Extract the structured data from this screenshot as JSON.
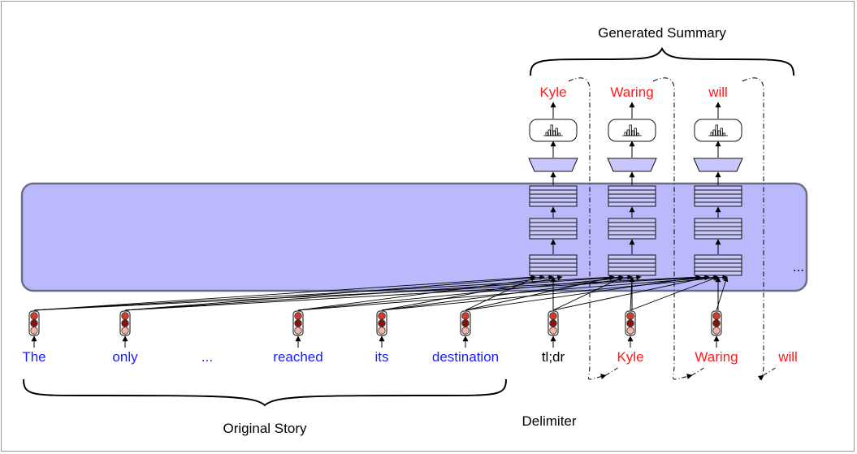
{
  "colors": {
    "blue_text": "#1a1aff",
    "red_text": "#ff1a1a",
    "panel_fill": "#b9b9fb",
    "panel_stroke": "#6e6e8c",
    "layer_fill": "#c7c7fb",
    "token_light": "#f4b3a6",
    "token_mid": "#d23a2a",
    "token_dark": "#8c1010"
  },
  "labels": {
    "generated_summary": "Generated Summary",
    "original_story": "Original Story",
    "delimiter": "Delimiter",
    "ellipsis_right": "..."
  },
  "story_tokens": [
    "The",
    "only",
    "...",
    "reached",
    "its",
    "destination"
  ],
  "delimiter_token": "tl;dr",
  "input_summary_tokens": [
    "Kyle",
    "Waring",
    "will"
  ],
  "output_tokens": [
    "Kyle",
    "Waring",
    "will"
  ],
  "icons": {
    "distribution": "bar-histogram-icon",
    "projection": "trapezoid-projection-icon",
    "token_embedding": "traffic-light-embedding-icon"
  }
}
